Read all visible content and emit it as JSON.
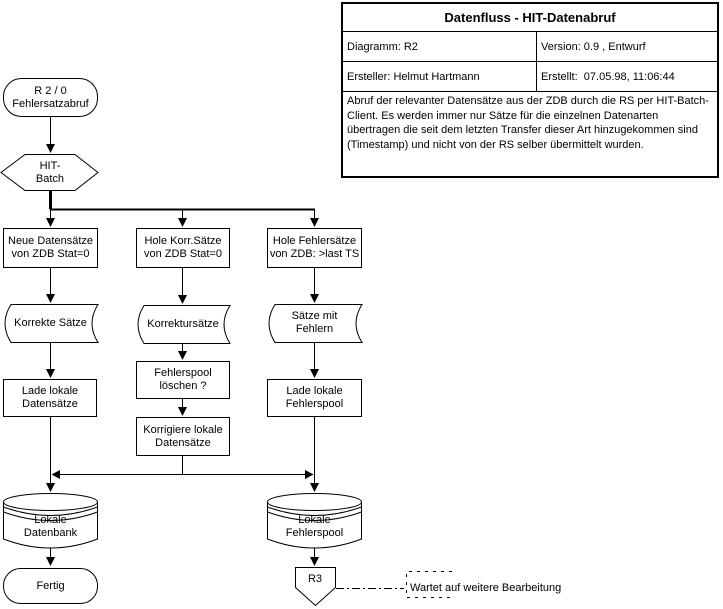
{
  "header": {
    "title": "Datenfluss - HIT-Datenabruf",
    "diagram": "Diagramm: R2",
    "version": "Version: 0.9 , Entwurf",
    "author": "Ersteller: Helmut Hartmann",
    "created": "Erstellt:  07.05.98, 11:06:44",
    "description": "Abruf der relevanter Datensätze aus der ZDB durch die RS per HIT-Batch-Client. Es werden immer nur Sätze für die einzelnen Datenarten übertragen die seit dem letzten Transfer dieser Art hinzugekommen sind (Timestamp) und nicht von der RS selber übermittelt wurden."
  },
  "nodes": {
    "start": "R 2 / 0\nFehlersatzabruf",
    "hit_batch": "HIT-\nBatch",
    "get_new": "Neue Datensätze\nvon ZDB Stat=0",
    "get_corr": "Hole Korr.Sätze\nvon ZDB Stat=0",
    "get_err": "Hole Fehlersätze\nvon ZDB: >last TS",
    "correct_records": "Korrekte Sätze",
    "correction_records": "Korrektursätze",
    "error_records": "Sätze mit\nFehlern",
    "load_local_records": "Lade lokale\nDatensätze",
    "clear_errorpool": "Fehlerspool\nlöschen ?",
    "fix_local_records": "Korrigiere lokale\nDatensätze",
    "load_local_errorpool": "Lade lokale\nFehlerspool",
    "local_db": "Lokale\nDatenbank",
    "local_errorpool": "Lokale\nFehlerspool",
    "done": "Fertig",
    "r3": "R3",
    "note": "Wartet auf weitere Bearbeitung"
  },
  "colors": {
    "line": "#000000",
    "background": "#ffffff"
  }
}
